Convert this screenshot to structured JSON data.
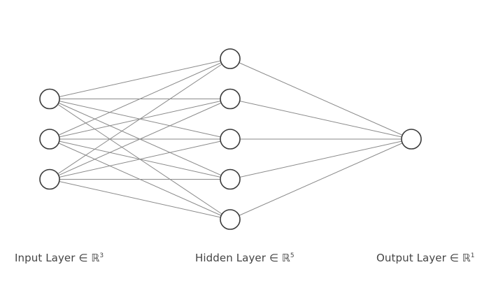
{
  "network": {
    "layers": [
      {
        "name": "input",
        "size": 3,
        "label": {
          "text": "Input Layer ∈ ℝ",
          "exponent": "3"
        }
      },
      {
        "name": "hidden",
        "size": 5,
        "label": {
          "text": "Hidden Layer ∈ ℝ",
          "exponent": "5"
        }
      },
      {
        "name": "output",
        "size": 1,
        "label": {
          "text": "Output Layer ∈ ℝ",
          "exponent": "1"
        }
      }
    ],
    "connectivity": "fully-connected"
  }
}
